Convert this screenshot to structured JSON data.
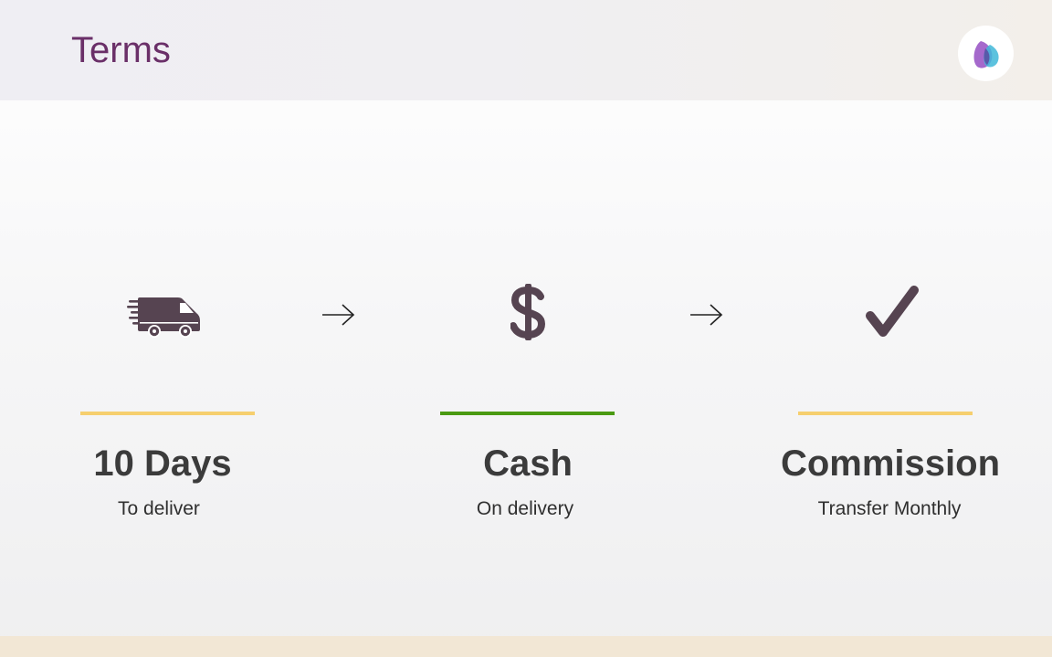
{
  "header": {
    "title": "Terms"
  },
  "colors": {
    "title": "#6a2f68",
    "icon": "#564451",
    "bar_yellow": "#f6cf6e",
    "bar_green": "#4a9a12",
    "footer": "#f2e7d5"
  },
  "steps": [
    {
      "icon": "delivery-truck-icon",
      "heading": "10 Days",
      "subtitle": "To deliver",
      "bar_color": "#f6cf6e"
    },
    {
      "icon": "dollar-icon",
      "heading": "Cash",
      "subtitle": "On delivery",
      "bar_color": "#4a9a12"
    },
    {
      "icon": "checkmark-icon",
      "heading": "Commission",
      "subtitle": "Transfer Monthly",
      "bar_color": "#f6cf6e"
    }
  ],
  "arrows": [
    "right-arrow-icon",
    "right-arrow-icon"
  ]
}
